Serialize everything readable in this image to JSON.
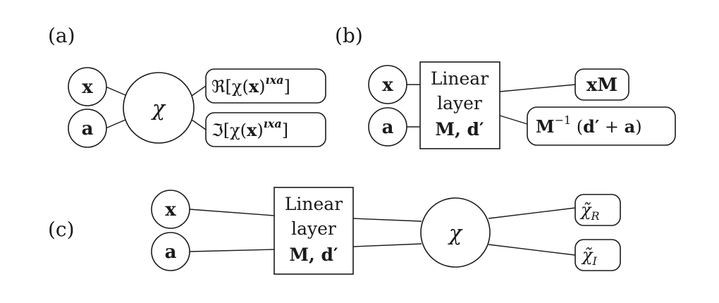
{
  "panels": {
    "a": {
      "label": "(a)",
      "inputs": [
        "x",
        "a"
      ],
      "center": "χ",
      "outputs": [
        "ℜ[χ(x)^ıxa]",
        "ℑ[χ(x)^ıxa]"
      ],
      "out_prefix": [
        "ℜ[χ(",
        "ℑ[χ("
      ],
      "out_mid": "x",
      "out_close": ")",
      "out_sup": "ıxa",
      "out_end": "]"
    },
    "b": {
      "label": "(b)",
      "inputs": [
        "x",
        "a"
      ],
      "box_lines": [
        "Linear",
        "layer",
        "M, d′"
      ],
      "outputs": [
        "xM",
        "M⁻¹ (d′ + a)"
      ],
      "out2_parts": {
        "m": "M",
        "sup": "−1",
        "open": " (",
        "d": "d′",
        "plus": " + ",
        "a": "a",
        "close": ")"
      }
    },
    "c": {
      "label": "(c)",
      "inputs": [
        "x",
        "a"
      ],
      "box_lines": [
        "Linear",
        "layer",
        "M, d′"
      ],
      "center": "χ",
      "outputs": [
        "χ̃R",
        "χ̃I"
      ],
      "out_base": "χ̃",
      "out_subs": [
        "R",
        "I"
      ]
    }
  }
}
